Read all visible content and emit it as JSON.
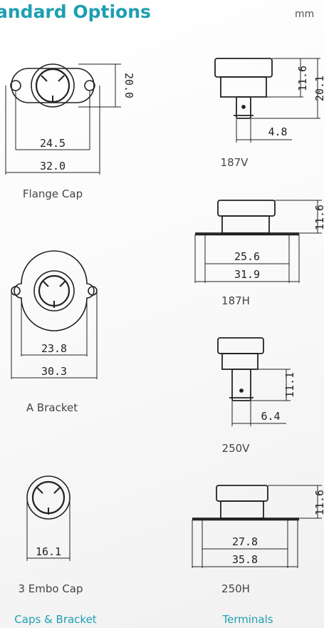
{
  "header": {
    "title": "andard Options",
    "unit": "mm"
  },
  "caps": {
    "flange": {
      "label": "Flange Cap",
      "dim_inner": "24.5",
      "dim_outer": "32.0",
      "dim_height": "20.0"
    },
    "a_bracket": {
      "label": "A Bracket",
      "dim_inner": "23.8",
      "dim_outer": "30.3"
    },
    "embo": {
      "label": "3 Embo Cap",
      "dim_width": "16.1"
    }
  },
  "terminals": {
    "t187v": {
      "label": "187V",
      "dim_body": "11.6",
      "dim_total": "20.1",
      "dim_tab": "4.8"
    },
    "t187h": {
      "label": "187H",
      "dim_height": "11.6",
      "dim_inner": "25.6",
      "dim_outer": "31.9"
    },
    "t250v": {
      "label": "250V",
      "dim_tab_h": "11.1",
      "dim_tab": "6.4"
    },
    "t250h": {
      "label": "250H",
      "dim_height": "11.6",
      "dim_inner": "27.8",
      "dim_outer": "35.8"
    }
  },
  "sections": {
    "left": "Caps & Bracket",
    "right": "Terminals"
  },
  "colors": {
    "accent": "#1e9fb0",
    "line": "#222222"
  }
}
